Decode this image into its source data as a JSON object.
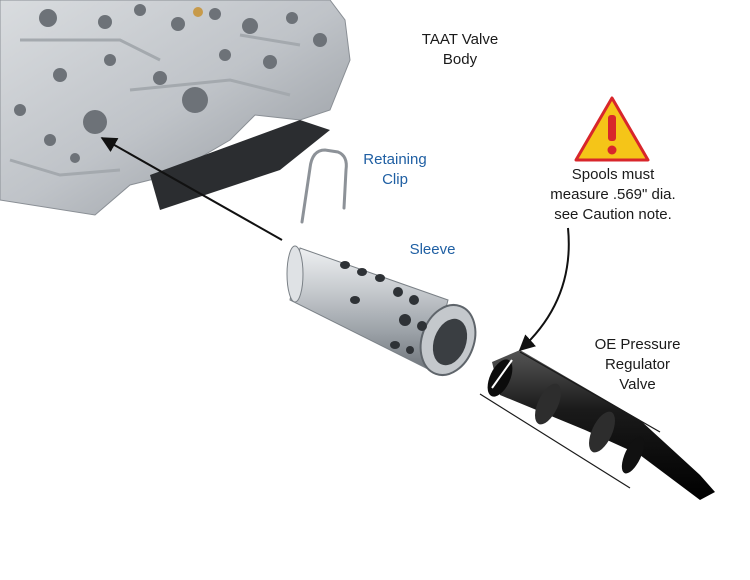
{
  "labels": {
    "valve_body": [
      "TAAT Valve",
      "Body"
    ],
    "retaining_clip": [
      "Retaining",
      "Clip"
    ],
    "sleeve": "Sleeve",
    "caution": [
      "Spools must",
      "measure .569\" dia.",
      "see Caution note."
    ],
    "regulator_valve": [
      "OE Pressure",
      "Regulator",
      "Valve"
    ]
  },
  "colors": {
    "text_dark": "#1a1a1a",
    "text_blue": "#1f5fa3",
    "warning_fill": "#f5c518",
    "warning_mark": "#d8262b",
    "spool": "#1c1c1c",
    "sleeve_metal": "#b8bcc2",
    "valve_body_metal": "#c9ccd0"
  },
  "icons": {
    "warning": "warning-triangle-icon"
  }
}
